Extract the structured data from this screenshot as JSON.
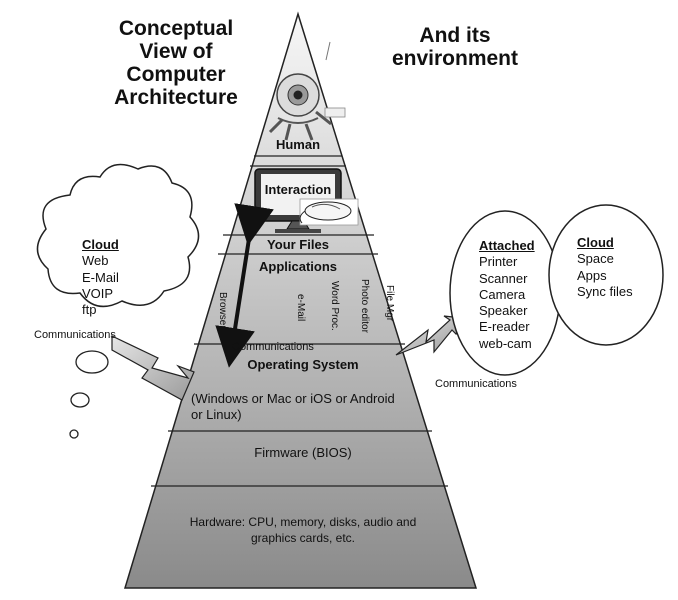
{
  "titles": {
    "left": [
      "Conceptual",
      "View of",
      "Computer",
      "Architecture"
    ],
    "right": [
      "And its",
      "environment"
    ]
  },
  "layers": {
    "human": "Human",
    "interaction": "Interaction",
    "your_files": "Your Files",
    "applications": "Applications",
    "app_items": [
      "Browser",
      "e-Mail",
      "Word Proc.",
      "Photo editor",
      "File Mgr"
    ],
    "communications": "Communications",
    "operating_system": "Operating System",
    "os_list": [
      "(Windows or Mac or iOS or Android",
      "or Linux)"
    ],
    "firmware": "Firmware (BIOS)",
    "hardware": [
      "Hardware: CPU, memory, disks,  audio and",
      "graphics cards, etc."
    ]
  },
  "cloud_left": {
    "title": "Cloud",
    "items": [
      "Web",
      "E-Mail",
      "VOIP",
      "ftp"
    ],
    "label": "Communications"
  },
  "attached": {
    "title": "Attached",
    "items": [
      "Printer",
      "Scanner",
      "Camera",
      "Speaker",
      "E-reader",
      "web-cam"
    ]
  },
  "cloud_right": {
    "title": "Cloud",
    "items": [
      "Space",
      "Apps",
      "Sync files"
    ]
  },
  "right_comm_label": "Communications",
  "colors": {
    "pyramid_top": "#f5f5f5",
    "pyramid_bottom": "#8c8c8c",
    "lines": "#222222"
  }
}
